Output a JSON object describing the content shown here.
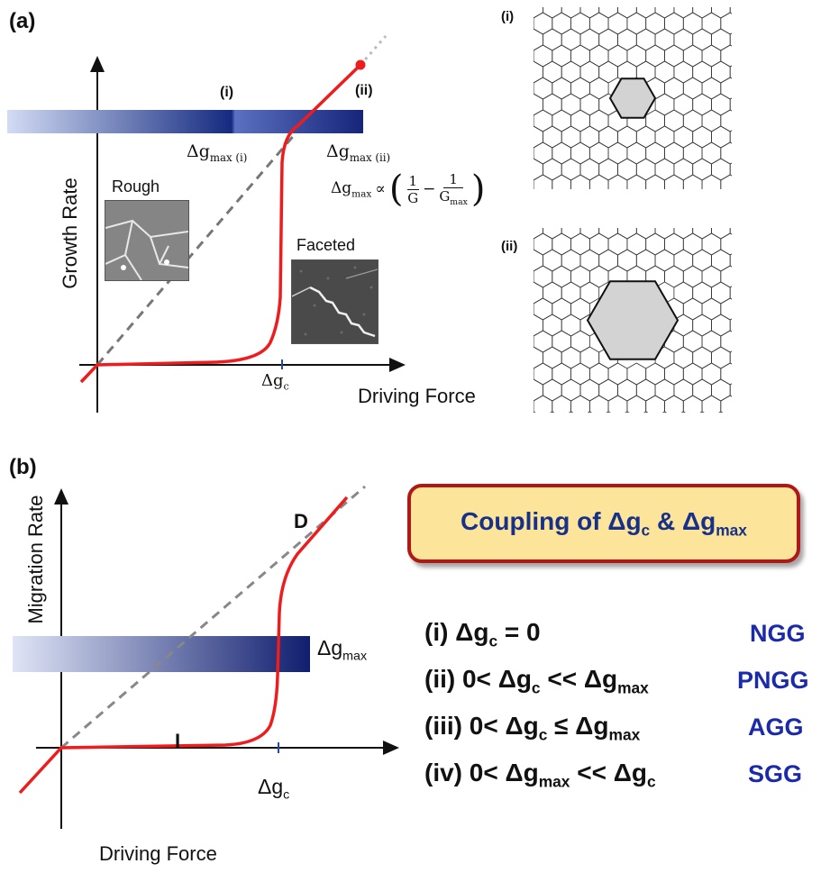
{
  "panel_a": {
    "label": "(a)",
    "marker_i": "(i)",
    "marker_ii": "(ii)",
    "dgmax_i": "Δg",
    "dgmax_i_sub": "max (i)",
    "dgmax_ii": "Δg",
    "dgmax_ii_sub": "max (ii)",
    "formula_lhs": "Δg",
    "formula_lhs_sub": "max",
    "formula_prop": "∝",
    "formula_num1": "1",
    "formula_den1": "G",
    "formula_minus": "−",
    "formula_num2": "1",
    "formula_den2": "G",
    "formula_den2_sub": "max",
    "rough_label": "Rough",
    "faceted_label": "Faceted",
    "y_axis": "Growth Rate",
    "x_axis": "Driving Force",
    "dgc": "Δg",
    "dgc_sub": "c"
  },
  "hex_panels": {
    "label_i": "(i)",
    "label_ii": "(ii)"
  },
  "panel_b": {
    "label": "(b)",
    "y_axis": "Migration Rate",
    "x_axis": "Driving Force",
    "label_D": "D",
    "label_I": "I",
    "dgmax": "Δg",
    "dgmax_sub": "max",
    "dgc": "Δg",
    "dgc_sub": "c"
  },
  "callout": {
    "text_pre": "Coupling of Δg",
    "text_sub1": "c",
    "text_mid": " & Δg",
    "text_sub2": "max"
  },
  "cases": [
    {
      "p1": "(i) Δg",
      "s1": "c",
      "p2": " = 0",
      "s2": "",
      "p3": "",
      "s3": "",
      "tag": "NGG"
    },
    {
      "p1": "(ii) 0< Δg",
      "s1": "c",
      "p2": " << Δg",
      "s2": "max",
      "p3": "",
      "s3": "",
      "tag": "PNGG"
    },
    {
      "p1": "(iii) 0< Δg",
      "s1": "c",
      "p2": " ≤ Δg",
      "s2": "max",
      "p3": "",
      "s3": "",
      "tag": "AGG"
    },
    {
      "p1": "(iv) 0< Δg",
      "s1": "max",
      "p2": " << Δg",
      "s2": "c",
      "p3": "",
      "s3": "",
      "tag": "SGG"
    }
  ],
  "colors": {
    "curve": "#ee1c1c",
    "bar_dark": "#101e6e",
    "bar_light": "#ccd6f2",
    "callout_fill": "#fce49a",
    "callout_border": "#b01818",
    "tag_blue": "#1a2aa8"
  }
}
